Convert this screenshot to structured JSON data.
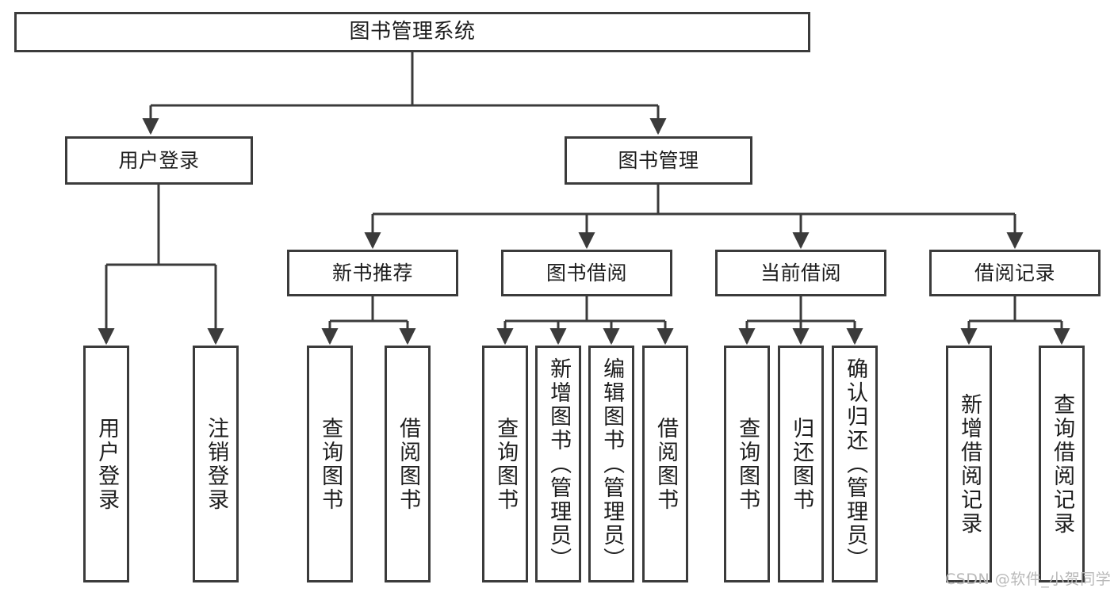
{
  "diagram": {
    "type": "tree-hierarchy",
    "title": "图书管理系统",
    "root": {
      "label": "图书管理系统"
    },
    "level1": [
      {
        "label": "用户登录"
      },
      {
        "label": "图书管理"
      }
    ],
    "level2": [
      {
        "label": "新书推荐"
      },
      {
        "label": "图书借阅"
      },
      {
        "label": "当前借阅"
      },
      {
        "label": "借阅记录"
      }
    ],
    "leaves": {
      "user_login": [
        {
          "label": "用户登录"
        },
        {
          "label": "注销登录"
        }
      ],
      "new_book_recommend": [
        {
          "label": "查询图书"
        },
        {
          "label": "借阅图书"
        }
      ],
      "book_borrow": [
        {
          "label": "查询图书"
        },
        {
          "label": "新增图书（管理员）"
        },
        {
          "label": "编辑图书（管理员）"
        },
        {
          "label": "借阅图书"
        }
      ],
      "current_borrow": [
        {
          "label": "查询图书"
        },
        {
          "label": "归还图书"
        },
        {
          "label": "确认归还（管理员）"
        }
      ],
      "borrow_record": [
        {
          "label": "新增借阅记录"
        },
        {
          "label": "查询借阅记录"
        }
      ]
    }
  },
  "watermark": {
    "text": "CSDN @软件_小贺同学"
  },
  "colors": {
    "stroke": "#3b3b3b",
    "fill": "#ffffff",
    "text": "#1d1d1d",
    "watermark": "#b9b9b9"
  }
}
